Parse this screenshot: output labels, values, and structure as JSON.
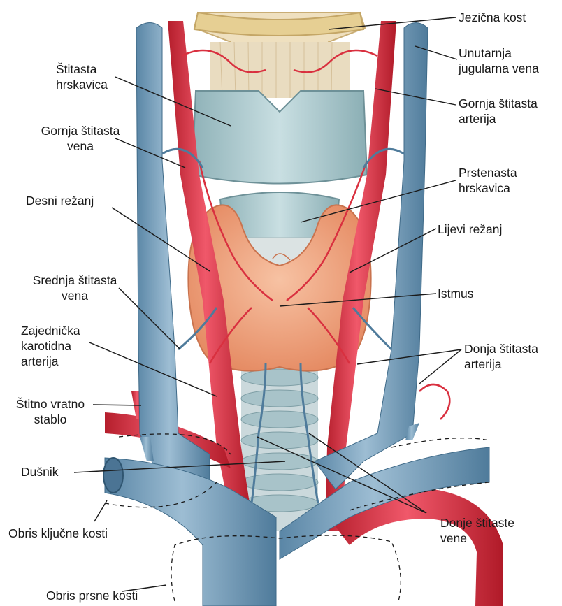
{
  "labels": {
    "hyoid_bone": "Jezična kost",
    "internal_jugular_vein": [
      "Unutarnja",
      "jugularna vena"
    ],
    "thyroid_cartilage": [
      "Štitasta",
      "hrskavica"
    ],
    "superior_thyroid_artery": [
      "Gornja štitasta",
      "arterija"
    ],
    "superior_thyroid_vein": [
      "Gornja štitasta",
      "vena"
    ],
    "cricoid_cartilage": [
      "Prstenasta",
      "hrskavica"
    ],
    "right_lobe": "Desni režanj",
    "left_lobe": "Lijevi režanj",
    "middle_thyroid_vein": [
      "Srednja štitasta",
      "vena"
    ],
    "isthmus": "Istmus",
    "common_carotid_artery": [
      "Zajednička",
      "karotidna",
      "arterija"
    ],
    "inferior_thyroid_artery": [
      "Donja štitasta",
      "arterija"
    ],
    "thyrocervical_trunk": [
      "Štitno vratno",
      "stablo"
    ],
    "trachea": "Dušnik",
    "clavicle_outline": "Obris ključne kosti",
    "inferior_thyroid_veins": [
      "Donje štitaste",
      "vene"
    ],
    "sternum_outline": "Obris prsne kosti"
  },
  "colors": {
    "vein": "#6e98b6",
    "artery": "#d9303f",
    "gland": "#f0a47f",
    "cartilage": "#a9c6cc",
    "bone": "#e5cf9a",
    "leader": "#1a1a1a"
  }
}
